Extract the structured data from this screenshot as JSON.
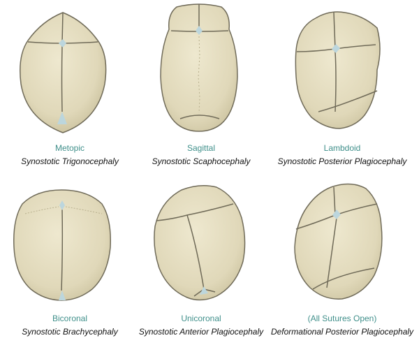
{
  "colors": {
    "bone_fill": "#e3dcbf",
    "bone_shade": "#c9c09c",
    "suture_line": "#6f6a58",
    "fontanelle": "#bcd6dd",
    "label_teal": "#3f8f8a",
    "caption": "#111111"
  },
  "panels": [
    {
      "suture": "Metopic",
      "diagnosis": "Synostotic Trigonocephaly"
    },
    {
      "suture": "Sagittal",
      "diagnosis": "Synostotic Scaphocephaly"
    },
    {
      "suture": "Lambdoid",
      "diagnosis": "Synostotic Posterior Plagiocephaly"
    },
    {
      "suture": "Bicoronal",
      "diagnosis": "Synostotic Brachycephaly"
    },
    {
      "suture": "Unicoronal",
      "diagnosis": "Synostotic Anterior Plagiocephaly"
    },
    {
      "suture": "(All Sutures Open)",
      "diagnosis": "Deformational Posterior Plagiocephaly"
    }
  ]
}
